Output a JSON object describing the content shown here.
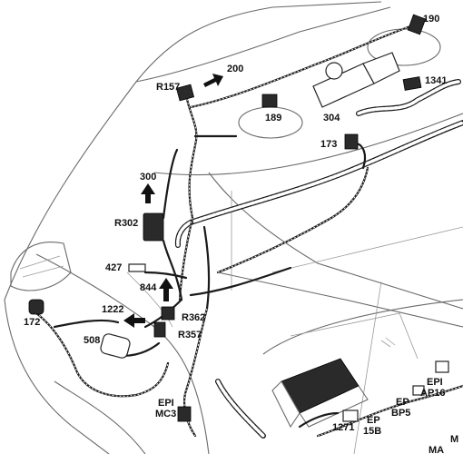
{
  "labels": {
    "l190": "190",
    "l200": "200",
    "lR157": "R157",
    "l1341": "1341",
    "l189": "189",
    "l304": "304",
    "l173": "173",
    "l300": "300",
    "lR302": "R302",
    "l427": "427",
    "l844": "844",
    "l1222": "1222",
    "lR362": "R362",
    "l172": "172",
    "l508": "508",
    "lR357": "R357",
    "lEPI_MC3_a": "EPI",
    "lEPI_MC3_b": "MC3",
    "lEPI_AP16_a": "EPI",
    "lEPI_AP16_b": "AP16",
    "lEP_BP5_a": "EP",
    "lEP_BP5_b": "BP5",
    "lEP_15B_a": "EP",
    "lEP_15B_b": "15B",
    "l1271": "1271",
    "lMA_partial": "MA",
    "lM_partial": "M"
  },
  "colors": {
    "ink": "#111111",
    "body_line": "#6a6a6a"
  }
}
